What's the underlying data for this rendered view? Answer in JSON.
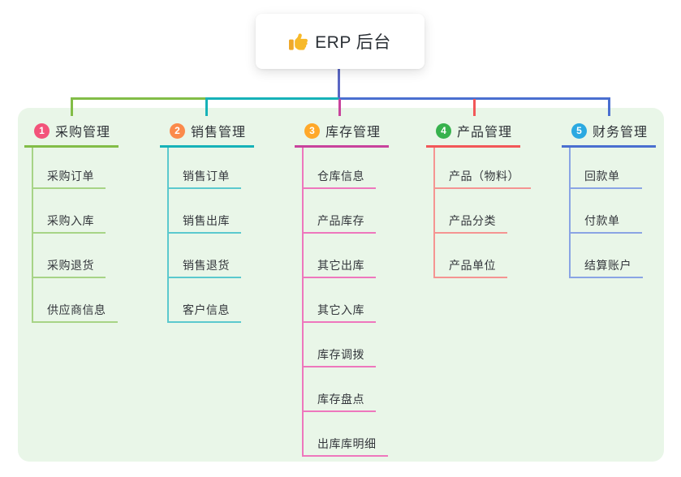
{
  "root": {
    "title": "ERP 后台",
    "icon": "thumbs-up-icon"
  },
  "branches": [
    {
      "badge": "1",
      "label": "采购管理",
      "badge_color": "#f3537a",
      "line_color": "#82bd47",
      "child_line_color": "#a7d486",
      "children": [
        "采购订单",
        "采购入库",
        "采购退货",
        "供应商信息"
      ]
    },
    {
      "badge": "2",
      "label": "销售管理",
      "badge_color": "#fb8a4b",
      "line_color": "#16b2b8",
      "child_line_color": "#5bc9ce",
      "children": [
        "销售订单",
        "销售出库",
        "销售退货",
        "客户信息"
      ]
    },
    {
      "badge": "3",
      "label": "库存管理",
      "badge_color": "#ffa829",
      "line_color": "#c8439c",
      "child_line_color": "#ee77bd",
      "children": [
        "仓库信息",
        "产品库存",
        "其它出库",
        "其它入库",
        "库存调拨",
        "库存盘点",
        "出库库明细"
      ]
    },
    {
      "badge": "4",
      "label": "产品管理",
      "badge_color": "#37b24d",
      "line_color": "#f25758",
      "child_line_color": "#f59492",
      "children": [
        "产品（物料）",
        "产品分类",
        "产品单位"
      ]
    },
    {
      "badge": "5",
      "label": "财务管理",
      "badge_color": "#2ba9e1",
      "line_color": "#4a6fd0",
      "child_line_color": "#8aa4e4",
      "children": [
        "回款单",
        "付款单",
        "结算账户"
      ]
    }
  ],
  "colors": {
    "panel_bg": "#e9f6e8",
    "root_line": "#5a67c4",
    "title_text": "#2c3137",
    "thumb_yellow": "#f7b92a"
  }
}
